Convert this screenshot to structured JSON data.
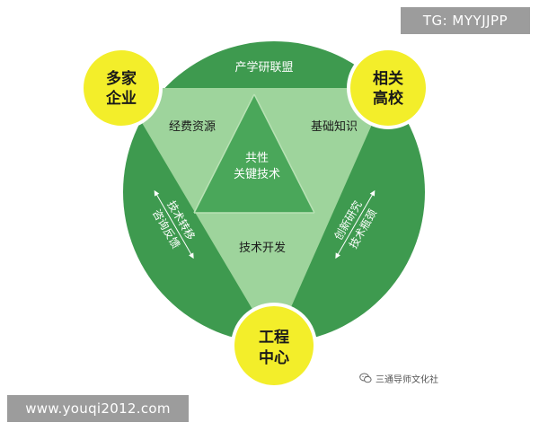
{
  "watermark_top": "TG: MYYJJPP",
  "watermark_bottom": "www.youqi2012.com",
  "brand": {
    "label": "三通导师文化社",
    "icon": "wechat-icon"
  },
  "nodes": {
    "top_left": [
      "多家",
      "企业"
    ],
    "top_right": [
      "相关",
      "高校"
    ],
    "bottom": [
      "工程",
      "中心"
    ]
  },
  "labels": {
    "arc_top": "产学研联盟",
    "left_segment": "经费资源",
    "right_segment": "基础知识",
    "center": [
      "共性",
      "关键技术"
    ],
    "bottom_segment": "技术开发",
    "left_side": [
      "技术转移",
      "咨询反馈"
    ],
    "right_side": [
      "创新研究",
      "技术瓶颈"
    ]
  },
  "colors": {
    "circle": "#3e9a4f",
    "triangle_light": "#9ed49c",
    "triangle_mid": "#4aa75a",
    "node": "#f3ee2a",
    "node_ring": "#ffffff",
    "text_light": "#ffffff",
    "text_dark": "#1a1a1a"
  }
}
